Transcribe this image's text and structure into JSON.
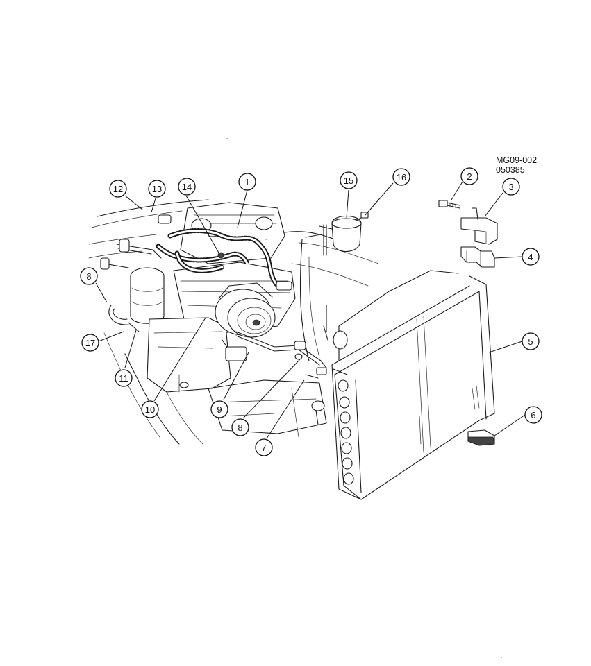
{
  "reference": {
    "code": "MG09-002",
    "date": "050385"
  },
  "callouts": [
    {
      "id": "c12",
      "label": "12"
    },
    {
      "id": "c13",
      "label": "13"
    },
    {
      "id": "c14",
      "label": "14"
    },
    {
      "id": "c1",
      "label": "1"
    },
    {
      "id": "c15",
      "label": "15"
    },
    {
      "id": "c16",
      "label": "16"
    },
    {
      "id": "c2",
      "label": "2"
    },
    {
      "id": "c3",
      "label": "3"
    },
    {
      "id": "c4",
      "label": "4"
    },
    {
      "id": "c8a",
      "label": "8"
    },
    {
      "id": "c17",
      "label": "17"
    },
    {
      "id": "c11",
      "label": "11"
    },
    {
      "id": "c10",
      "label": "10"
    },
    {
      "id": "c9",
      "label": "9"
    },
    {
      "id": "c8b",
      "label": "8"
    },
    {
      "id": "c7",
      "label": "7"
    },
    {
      "id": "c5",
      "label": "5"
    },
    {
      "id": "c6",
      "label": "6"
    }
  ]
}
